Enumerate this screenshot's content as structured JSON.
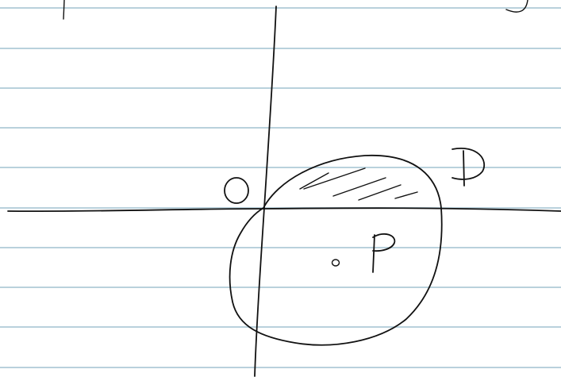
{
  "page": {
    "background_color": "#ffffff",
    "rule_color": "#b9d1dc",
    "ink_color": "#111111"
  },
  "sketch": {
    "origin_label": "O",
    "point_label": "P",
    "axis_end_label": "D",
    "center_marker": "dot"
  }
}
